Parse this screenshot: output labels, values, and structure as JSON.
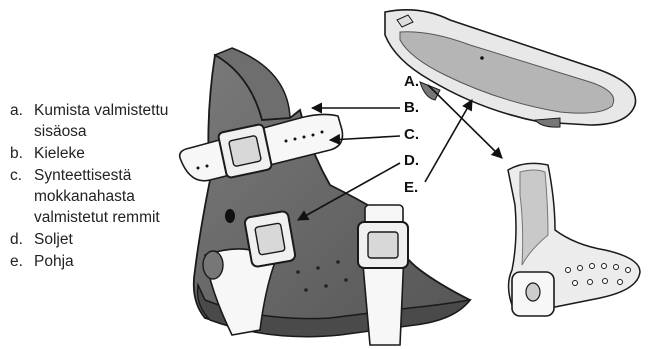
{
  "legend": [
    {
      "letter": "a.",
      "text": "Kumista valmistettu sisäosa"
    },
    {
      "letter": "b.",
      "text": "Kieleke"
    },
    {
      "letter": "c.",
      "text": "Synteettisestä mokkanahasta valmistetut remmit"
    },
    {
      "letter": "d.",
      "text": "Soljet"
    },
    {
      "letter": "e.",
      "text": "Pohja"
    }
  ],
  "callouts": [
    "A.",
    "B.",
    "C.",
    "D.",
    "E."
  ],
  "colors": {
    "shell_dark": "#6b6b6b",
    "shell_mid": "#8a8a8a",
    "insole_light": "#e6e6e6",
    "insole_inner": "#b4b4b4",
    "strap": "#f7f7f7",
    "outline": "#1a1a1a"
  }
}
